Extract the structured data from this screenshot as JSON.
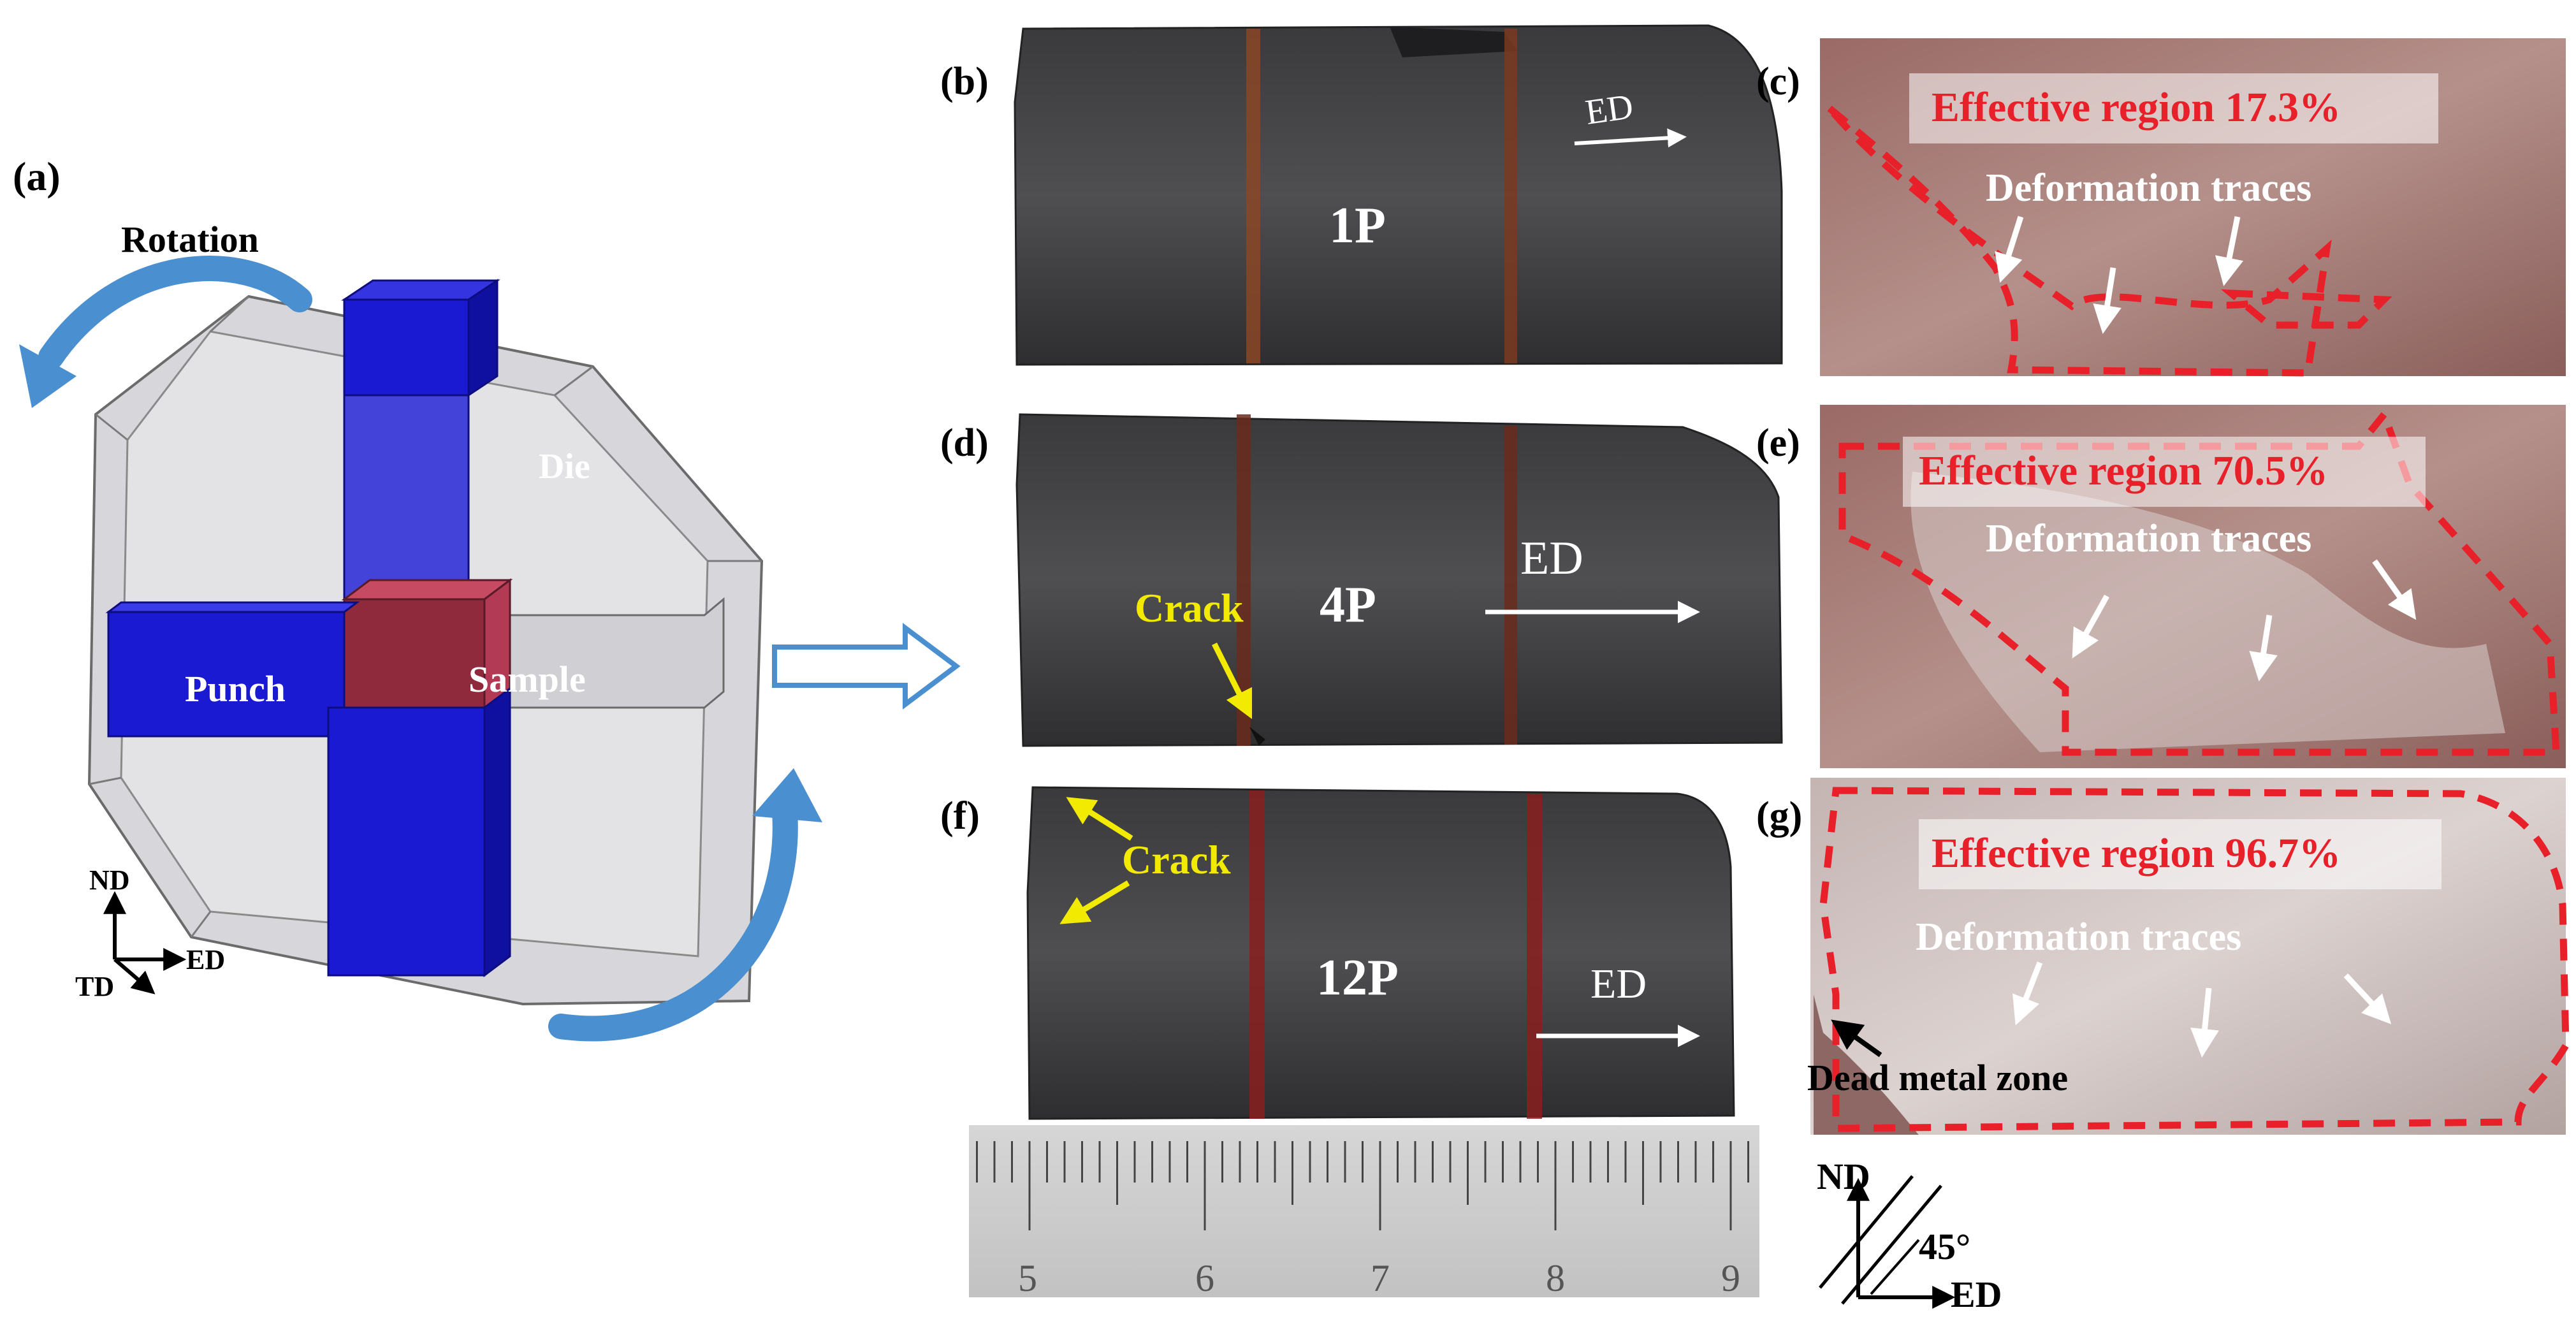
{
  "panel_a": {
    "label": "(a)",
    "rotation_label": "Rotation",
    "die_label": "Die",
    "punch_label": "Punch",
    "sample_label": "Sample",
    "axes": {
      "nd": "ND",
      "ed": "ED",
      "td": "TD"
    }
  },
  "panels": {
    "b": {
      "label": "(b)",
      "pass": "1P",
      "marking": "ED"
    },
    "c": {
      "label": "(c)",
      "effective": "Effective region 17.3%",
      "traces": "Deformation traces"
    },
    "d": {
      "label": "(d)",
      "pass": "4P",
      "marking": "ED",
      "crack": "Crack"
    },
    "e": {
      "label": "(e)",
      "effective": "Effective region 70.5%",
      "traces": "Deformation traces"
    },
    "f": {
      "label": "(f)",
      "pass": "12P",
      "marking": "ED",
      "crack": "Crack"
    },
    "g": {
      "label": "(g)",
      "effective": "Effective region 96.7%",
      "traces": "Deformation traces",
      "dead_zone": "Dead metal zone"
    }
  },
  "ruler": {
    "ticks": [
      "5",
      "6",
      "7",
      "8",
      "9"
    ]
  },
  "orientation_axes": {
    "nd": "ND",
    "ed": "ED",
    "angle": "45°"
  },
  "colors": {
    "punch": "#1a1ad2",
    "sample": "#8e2a3c",
    "arrow": "#4a8fcf",
    "effective_text": "#e8202a",
    "dash": "#e8202a",
    "crack_text": "#f2ea00"
  }
}
